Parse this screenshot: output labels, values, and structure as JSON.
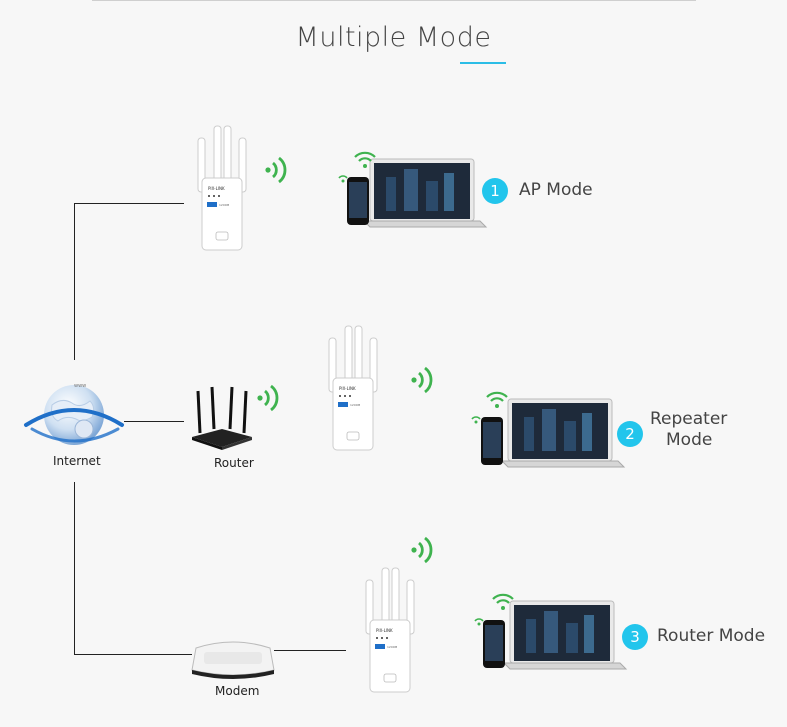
{
  "title": "Multiple Mode",
  "nodes": {
    "internet": "Internet",
    "router": "Router",
    "modem": "Modem"
  },
  "modes": [
    {
      "number": "1",
      "label": "AP Mode"
    },
    {
      "number": "2",
      "label_line1": "Repeater",
      "label_line2": "Mode"
    },
    {
      "number": "3",
      "label": "Router Mode"
    }
  ],
  "colors": {
    "accent": "#22c5ec",
    "wifi": "#3fb34f",
    "line": "#222222"
  }
}
